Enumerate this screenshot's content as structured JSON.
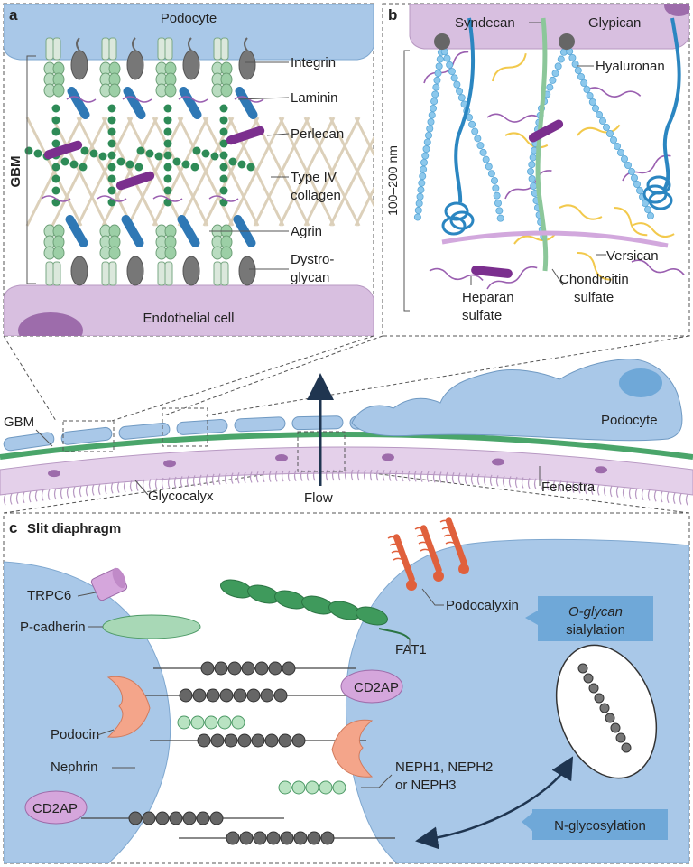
{
  "panel_a": {
    "letter": "a",
    "top_cell": "Podocyte",
    "bottom_cell": "Endothelial cell",
    "bracket_label": "GBM",
    "labels": {
      "integrin": "Integrin",
      "laminin": "Laminin",
      "perlecan": "Perlecan",
      "collagen_1": "Type IV",
      "collagen_2": "collagen",
      "agrin": "Agrin",
      "dystro_1": "Dystro-",
      "dystro_2": "glycan"
    }
  },
  "panel_b": {
    "letter": "b",
    "scale": "100–200 nm",
    "labels": {
      "syndecan": "Syndecan",
      "glypican": "Glypican",
      "hyaluronan": "Hyaluronan",
      "versican": "Versican",
      "heparan_1": "Heparan",
      "heparan_2": "sulfate",
      "chondroitin_1": "Chondroitin",
      "chondroitin_2": "sulfate"
    }
  },
  "overview": {
    "gbm": "GBM",
    "podocyte": "Podocyte",
    "glycocalyx": "Glycocalyx",
    "flow": "Flow",
    "fenestra": "Fenestra"
  },
  "panel_c": {
    "letter": "c",
    "title": "Slit diaphragm",
    "labels": {
      "trpc6": "TRPC6",
      "p_cadherin": "P-cadherin",
      "fat1": "FAT1",
      "podocalyxin": "Podocalyxin",
      "cd2ap_right": "CD2AP",
      "cd2ap_left": "CD2AP",
      "podocin": "Podocin",
      "nephrin": "Nephrin",
      "neph_1": "NEPH1, NEPH2",
      "neph_2": "or NEPH3",
      "o_glycan_1": "O-glycan",
      "o_glycan_2": "sialylation",
      "n_glycosylation": "N-glycosylation"
    }
  },
  "colors": {
    "podocyte": "#a9c8e8",
    "endothelial": "#d8bfe0",
    "gbm_green": "#4aa56a",
    "integrin": "#b9dcc0",
    "laminin": "#2e8b57",
    "perlecan": "#7b2f8e",
    "agrin": "#2f78b5",
    "hyaluronan": "#8cc8ec",
    "nephrin_bead": "#666666",
    "neph_bead": "#b9e3c2",
    "podocin": "#f4a58a",
    "podocalyxin": "#e0603c",
    "cd2ap": "#d5a6dc"
  }
}
